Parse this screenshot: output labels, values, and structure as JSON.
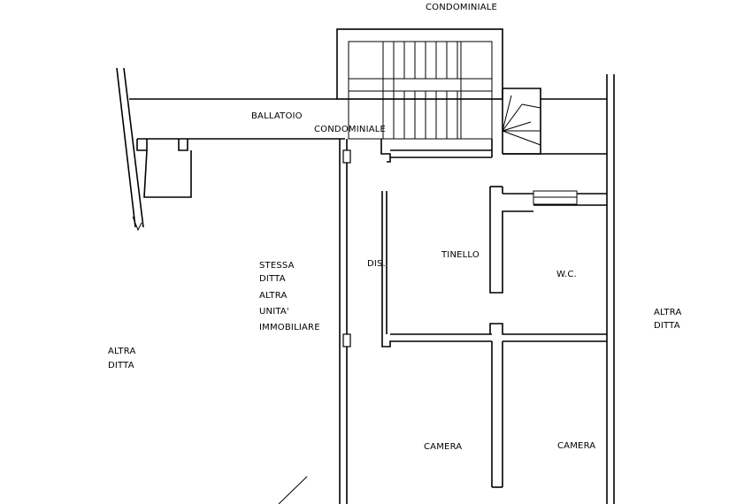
{
  "labels": {
    "condominiale_top": "CONDOMINIALE",
    "ballatoio": "BALLATOIO",
    "condominiale_mid": "CONDOMINIALE",
    "stessa_1": "STESSA",
    "stessa_2": "DITTA",
    "stessa_3": "ALTRA",
    "stessa_4": "UNITA'",
    "stessa_5": "IMMOBILIARE",
    "altra_left_1": "ALTRA",
    "altra_left_2": "DITTA",
    "altra_right_1": "ALTRA",
    "altra_right_2": "DITTA",
    "dis": "DIS.",
    "tinello": "TINELLO",
    "wc": "W.C.",
    "camera_1": "CAMERA",
    "camera_2": "CAMERA"
  }
}
